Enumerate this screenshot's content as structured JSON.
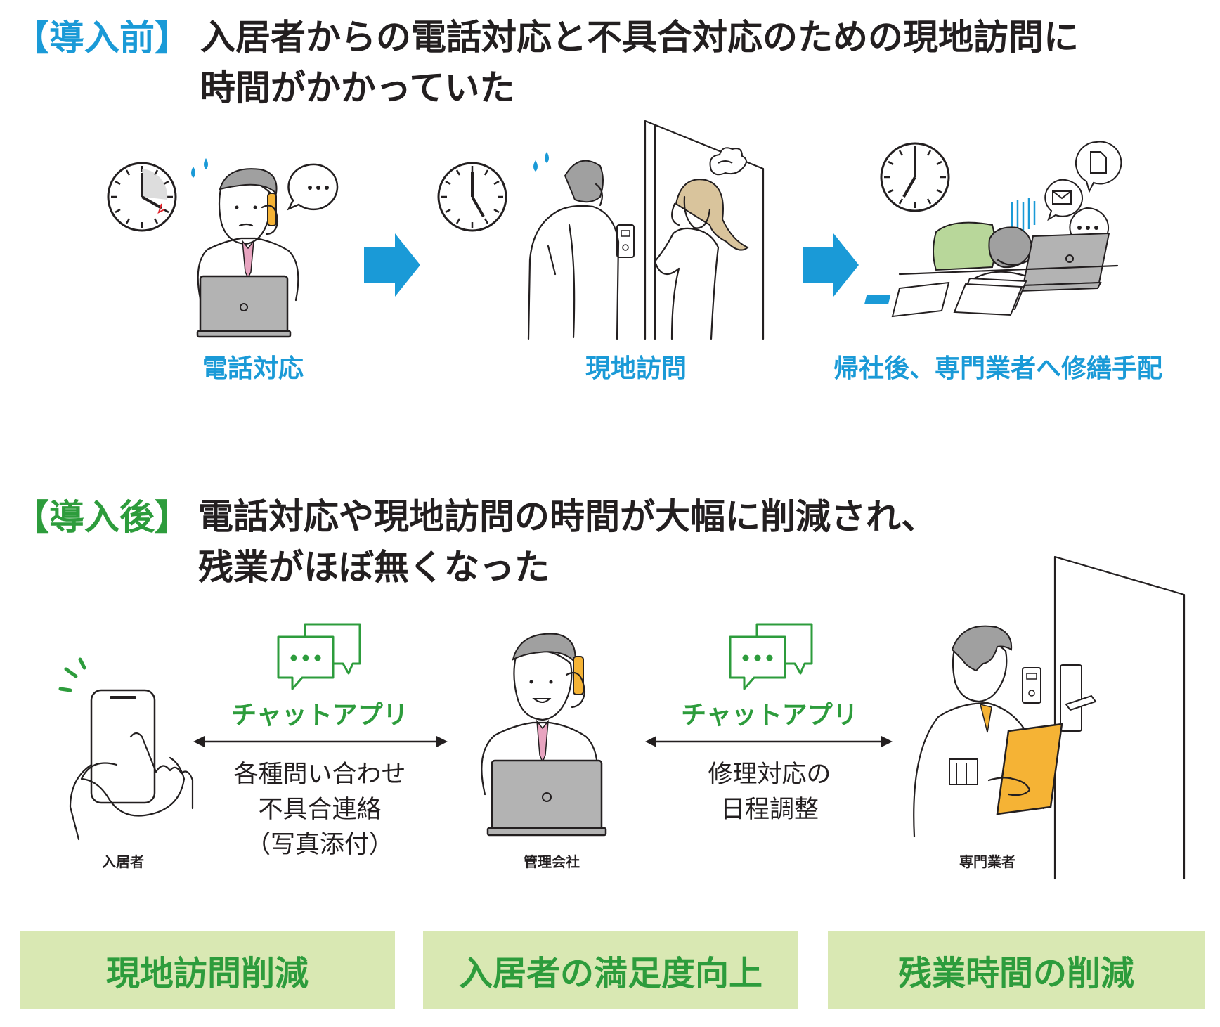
{
  "before": {
    "tag": "【導入前】",
    "title_line1": "入居者からの電話対応と不具合対応のための現地訪問に",
    "title_line2": "時間がかかっていた",
    "steps": [
      {
        "label": "電話対応"
      },
      {
        "label": "現地訪問"
      },
      {
        "label": "帰社後、専門業者へ修繕手配"
      }
    ]
  },
  "after": {
    "tag": "【導入後】",
    "title_line1": "電話対応や現地訪問の時間が大幅に削減され、",
    "title_line2": "残業がほぼ無くなった",
    "actors": [
      {
        "label": "入居者"
      },
      {
        "label": "管理会社"
      },
      {
        "label": "専門業者"
      }
    ],
    "links": [
      {
        "app": "チャットアプリ",
        "lines": [
          "各種問い合わせ",
          "不具合連絡",
          "（写真添付）"
        ]
      },
      {
        "app": "チャットアプリ",
        "lines": [
          "修理対応の",
          "日程調整"
        ]
      }
    ]
  },
  "results": [
    {
      "label": "現地訪問削減"
    },
    {
      "label": "入居者の満足度向上"
    },
    {
      "label": "残業時間の削減"
    }
  ],
  "colors": {
    "blue": "#1a9ad7",
    "green": "#2d9c3c",
    "result_bg": "#d9e8b3",
    "laptop": "#b3b3b3",
    "tie": "#e8a4c0",
    "chair": "#b8d79a",
    "tablet": "#f5b335"
  }
}
